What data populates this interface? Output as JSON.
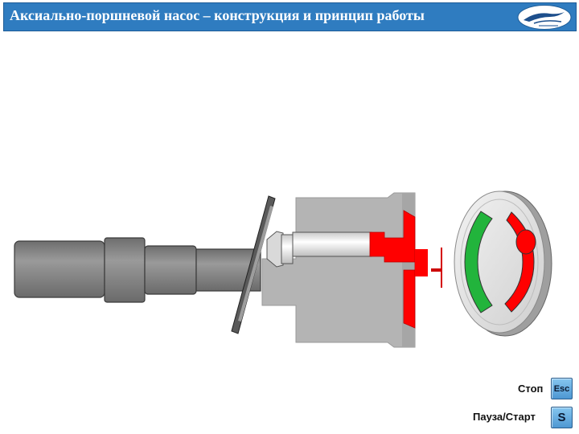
{
  "header": {
    "title": "Аксиально-поршневой насос – конструкция и принцип работы",
    "logo_icon": "bird-logo-icon"
  },
  "controls": {
    "stop_label": "Стоп",
    "stop_key": "Esc",
    "pause_label": "Пауза/Старт",
    "pause_key": "S"
  },
  "colors": {
    "title_bar": "#2f7cc0",
    "metal_dark": "#7f7f7f",
    "housing": "#b4b4b4",
    "red": "#ff0000",
    "green": "#22b43c",
    "button": "#5aa6e0"
  }
}
